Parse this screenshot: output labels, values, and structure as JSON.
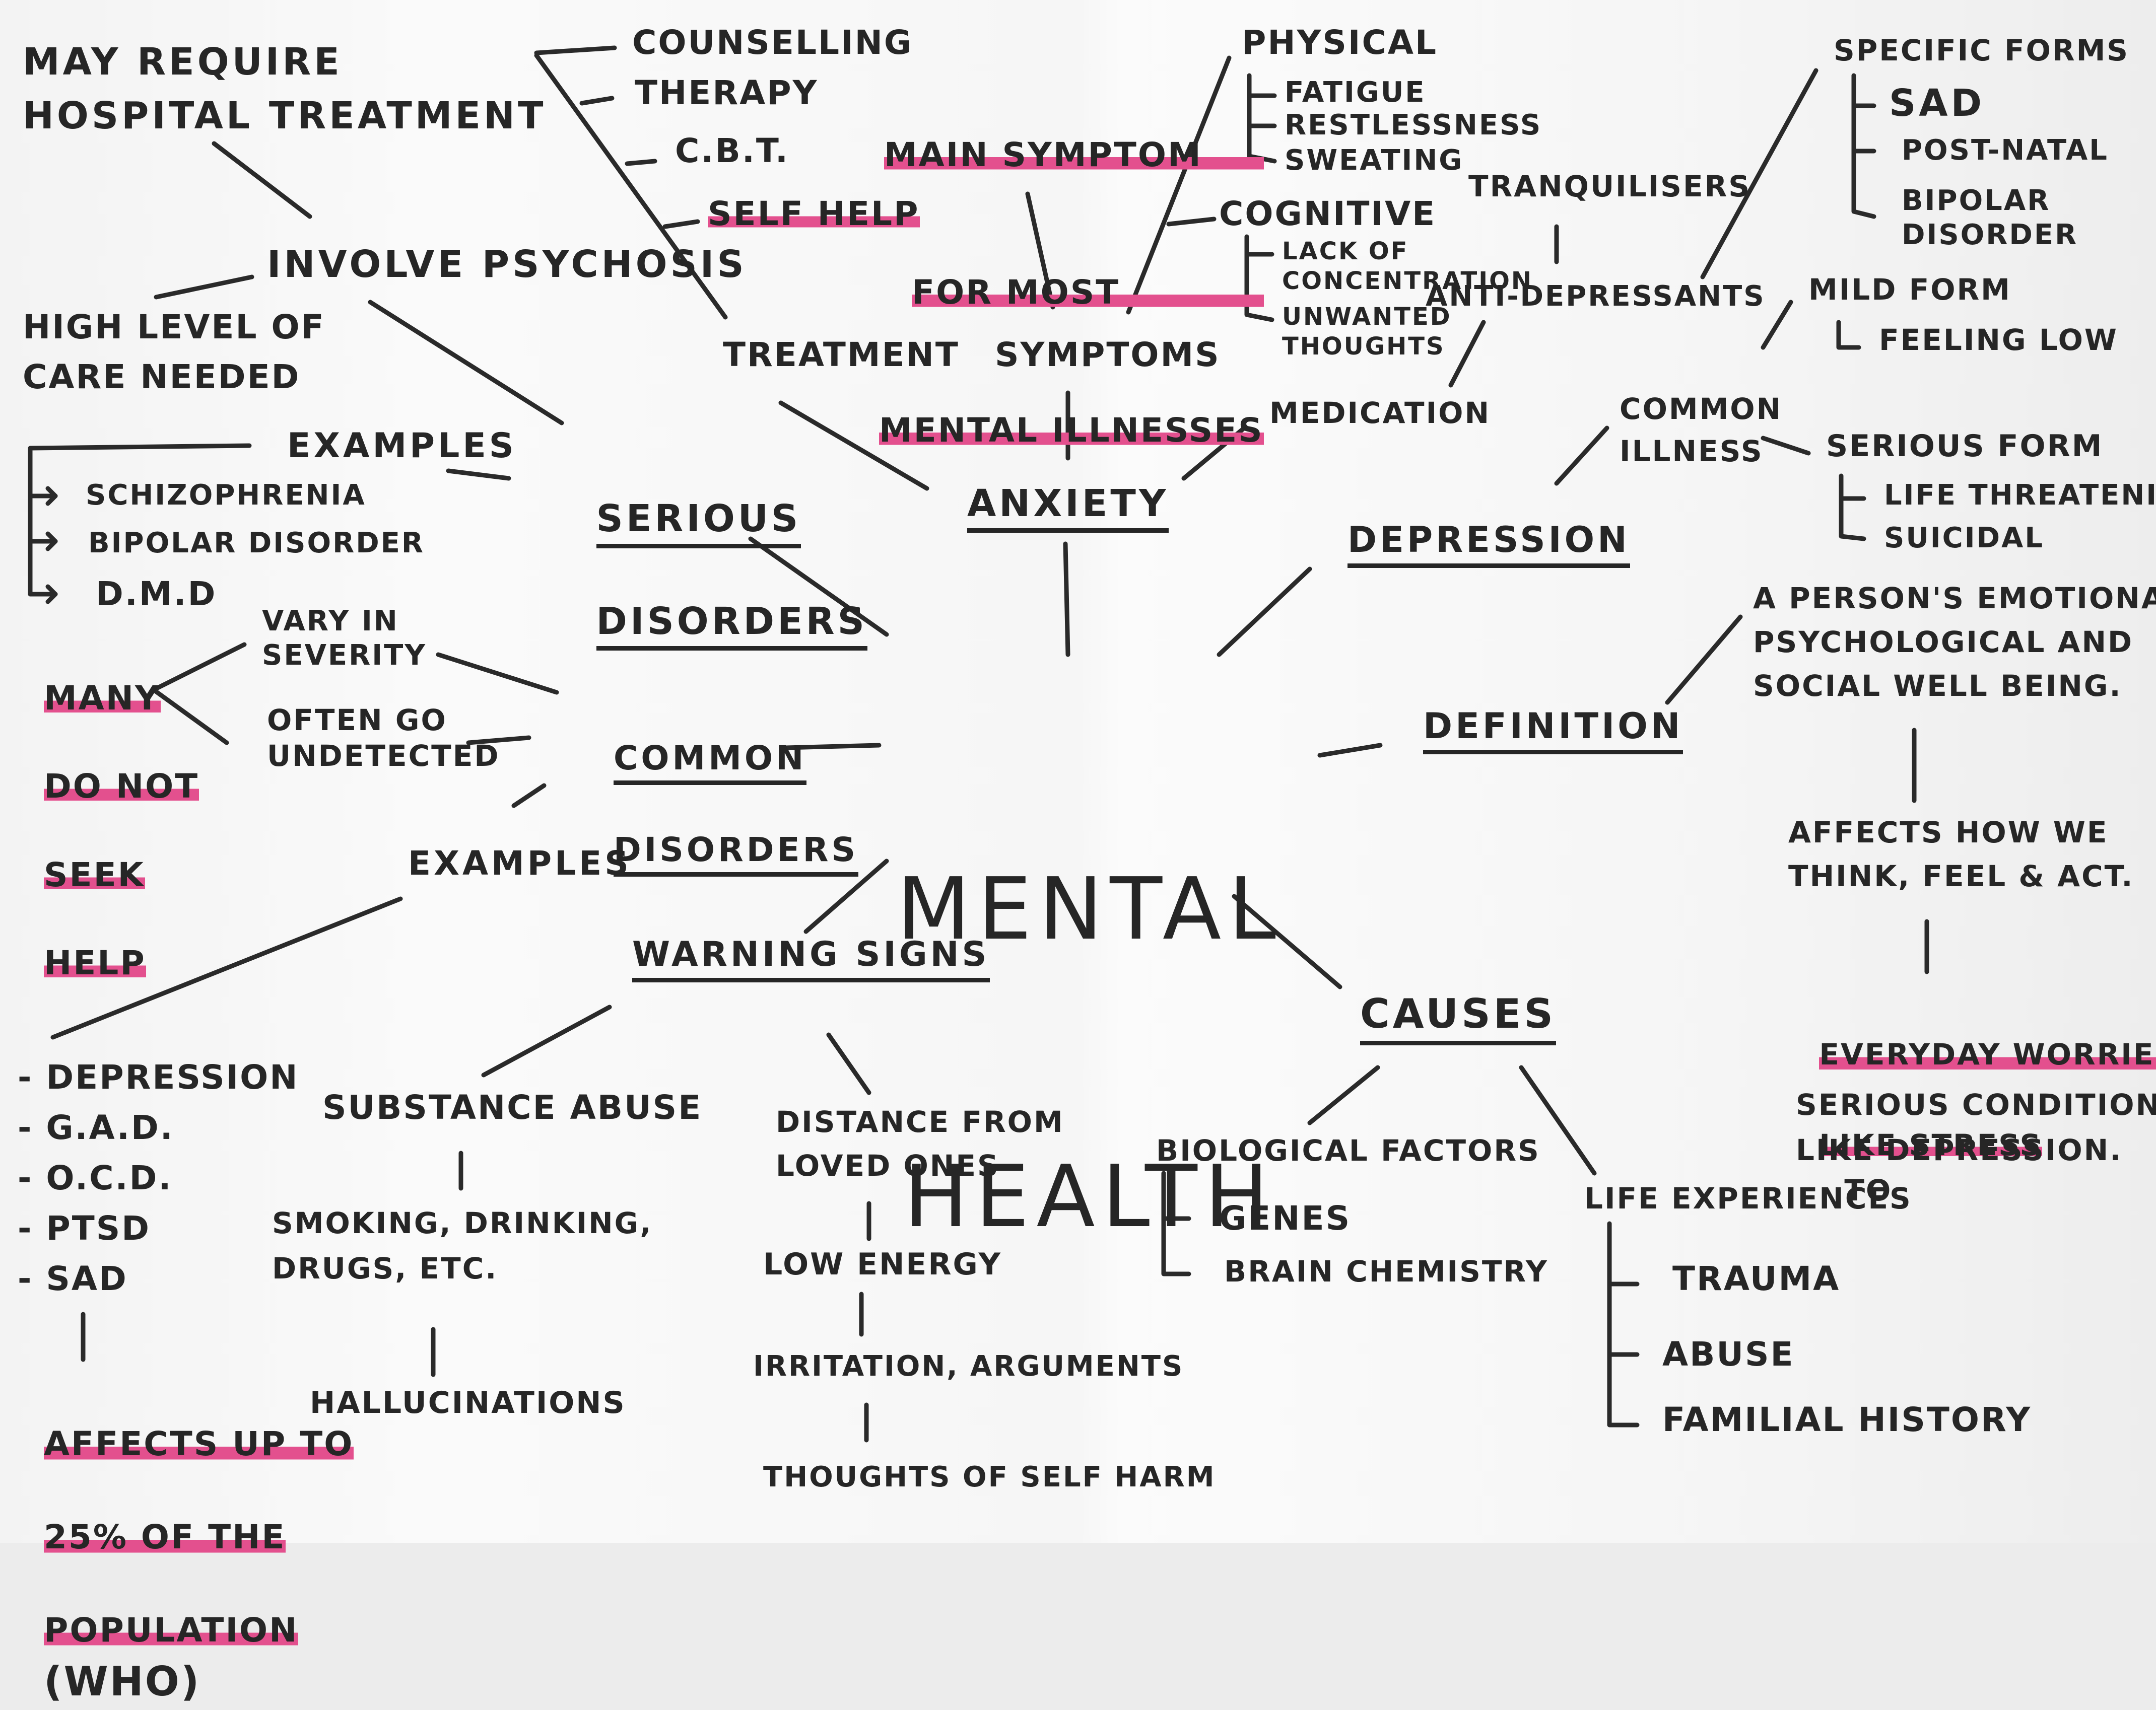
{
  "center": {
    "line1": "MENTAL",
    "line2": "HEALTH"
  },
  "anxiety": {
    "title": "ANXIETY",
    "treatment": "TREATMENT",
    "treatment_items": [
      "COUNSELLING",
      "THERAPY",
      "C.B.T.",
      "SELF HELP"
    ],
    "symptoms": "SYMPTOMS",
    "main_symptom": [
      "MAIN SYMPTOM",
      "FOR MOST",
      "MENTAL ILLNESSES"
    ],
    "physical": "PHYSICAL",
    "physical_items": [
      "FATIGUE",
      "RESTLESSNESS",
      "SWEATING"
    ],
    "cognitive": "COGNITIVE",
    "cognitive_items": [
      "LACK OF\nCONCENTRATION",
      "UNWANTED\nTHOUGHTS"
    ],
    "medication": "MEDICATION",
    "tranquilisers": "TRANQUILISERS",
    "antidepressants": "ANTI-DEPRESSANTS"
  },
  "serious": {
    "title_line1": "SERIOUS",
    "title_line2": "DISORDERS",
    "hospital": "MAY REQUIRE\nHOSPITAL TREATMENT",
    "psychosis": "INVOLVE PSYCHOSIS",
    "care": "HIGH LEVEL OF\nCARE NEEDED",
    "examples": "EXAMPLES",
    "example_items": [
      "SCHIZOPHRENIA",
      "BIPOLAR DISORDER",
      "D.M.D"
    ]
  },
  "common": {
    "title_line1": "COMMON",
    "title_line2": "DISORDERS",
    "vary": "VARY IN\nSEVERITY",
    "undetected": "OFTEN GO\nUNDETECTED",
    "seek_help": [
      "MANY",
      "DO NOT",
      "SEEK",
      "HELP"
    ],
    "examples": "EXAMPLES",
    "example_items": [
      "- DEPRESSION",
      "- G.A.D.",
      "- O.C.D.",
      "- PTSD",
      "- SAD"
    ],
    "affects": [
      "AFFECTS UP TO",
      "25% OF THE",
      "POPULATION"
    ],
    "who": "(WHO)"
  },
  "warning": {
    "title": "WARNING SIGNS",
    "substance": "SUBSTANCE ABUSE",
    "substance_detail": "SMOKING, DRINKING,\nDRUGS, ETC.",
    "hallucinations": "HALLUCINATIONS",
    "distance": "DISTANCE FROM\nLOVED ONES",
    "low_energy": "LOW ENERGY",
    "irritation": "IRRITATION, ARGUMENTS",
    "self_harm": "THOUGHTS OF SELF HARM"
  },
  "causes": {
    "title": "CAUSES",
    "biological": "BIOLOGICAL FACTORS",
    "biological_items": [
      "GENES",
      "BRAIN CHEMISTRY"
    ],
    "life": "LIFE EXPERIENCES",
    "life_items": [
      "TRAUMA",
      "ABUSE",
      "FAMILIAL HISTORY"
    ]
  },
  "depression": {
    "title": "DEPRESSION",
    "common_illness": "COMMON\nILLNESS",
    "specific_forms": "SPECIFIC FORMS",
    "specific_items": [
      "SAD",
      "POST-NATAL",
      "BIPOLAR\nDISORDER"
    ],
    "mild": "MILD FORM",
    "mild_item": "FEELING LOW",
    "serious": "SERIOUS FORM",
    "serious_items": [
      "LIFE THREATENING",
      "SUICIDAL"
    ]
  },
  "definition": {
    "title": "DEFINITION",
    "text": "A PERSON'S EMOTIONAL,\nPSYCHOLOGICAL AND\nSOCIAL WELL BEING.",
    "affects": "AFFECTS HOW WE\nTHINK, FEEL & ACT.",
    "everyday": [
      "EVERYDAY WORRIES",
      "LIKE STRESS"
    ],
    "to": "TO",
    "serious_conditions": "SERIOUS CONDITIONS\nLIKE DEPRESSION."
  },
  "colors": {
    "ink": "#262626",
    "highlighter": "#e3508e",
    "paper": "#f7f7f7"
  }
}
